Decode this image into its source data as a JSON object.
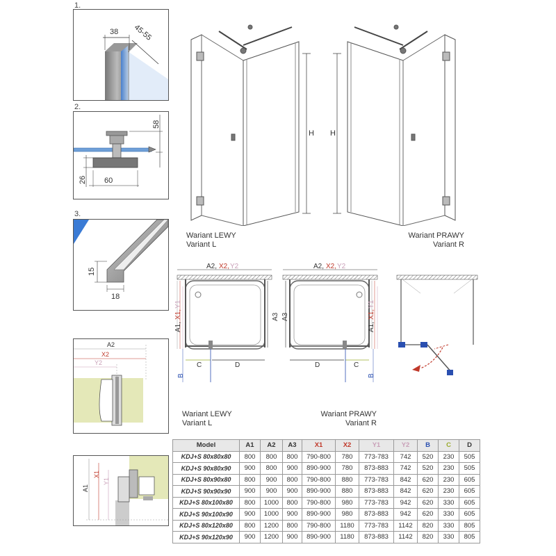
{
  "steps": {
    "s1": {
      "num": "1.",
      "dim_a": "38",
      "dim_b": "45-55"
    },
    "s2": {
      "num": "2.",
      "dim_h": "58",
      "dim_v": "26",
      "dim_w": "60"
    },
    "s3": {
      "num": "3.",
      "dim_h": "15",
      "dim_w": "18"
    }
  },
  "detail4": {
    "a2": "A2",
    "x2": "X2",
    "y2": "Y2"
  },
  "detail5": {
    "a1": "A1",
    "x1": "X1",
    "y1": "Y1"
  },
  "elevation": {
    "height_label": "H",
    "left_caption_1": "Wariant LEWY",
    "left_caption_2": "Variant L",
    "right_caption_1": "Wariant PRAWY",
    "right_caption_2": "Variant R"
  },
  "plan": {
    "top_dim_a": "A2,",
    "top_dim_x": "X2,",
    "top_dim_y": "Y2",
    "side_a": "A1,",
    "side_x": "X1,",
    "side_y": "Y1",
    "a3": "A3",
    "b": "B",
    "c": "C",
    "d": "D",
    "left_caption_1": "Wariant LEWY",
    "left_caption_2": "Variant L",
    "right_caption_1": "Wariant PRAWY",
    "right_caption_2": "Variant R"
  },
  "colors": {
    "x": "#c0392b",
    "y": "#c9a0b8",
    "b": "#2a4fb0",
    "c": "#9aab2d"
  },
  "table": {
    "headers": [
      "Model",
      "A1",
      "A2",
      "A3",
      "X1",
      "X2",
      "Y1",
      "Y2",
      "B",
      "C",
      "D"
    ],
    "rows": [
      [
        "KDJ+S 80x80x80",
        "800",
        "800",
        "800",
        "790-800",
        "780",
        "773-783",
        "742",
        "520",
        "230",
        "505"
      ],
      [
        "KDJ+S 90x80x90",
        "900",
        "800",
        "900",
        "890-900",
        "780",
        "873-883",
        "742",
        "520",
        "230",
        "505"
      ],
      [
        "KDJ+S 80x90x80",
        "800",
        "900",
        "800",
        "790-800",
        "880",
        "773-783",
        "842",
        "620",
        "230",
        "605"
      ],
      [
        "KDJ+S 90x90x90",
        "900",
        "900",
        "900",
        "890-900",
        "880",
        "873-883",
        "842",
        "620",
        "230",
        "605"
      ],
      [
        "KDJ+S 80x100x80",
        "800",
        "1000",
        "800",
        "790-800",
        "980",
        "773-783",
        "942",
        "620",
        "330",
        "605"
      ],
      [
        "KDJ+S 90x100x90",
        "900",
        "1000",
        "900",
        "890-900",
        "980",
        "873-883",
        "942",
        "620",
        "330",
        "605"
      ],
      [
        "KDJ+S 80x120x80",
        "800",
        "1200",
        "800",
        "790-800",
        "1180",
        "773-783",
        "1142",
        "820",
        "330",
        "805"
      ],
      [
        "KDJ+S 90x120x90",
        "900",
        "1200",
        "900",
        "890-900",
        "1180",
        "873-883",
        "1142",
        "820",
        "330",
        "805"
      ]
    ]
  }
}
